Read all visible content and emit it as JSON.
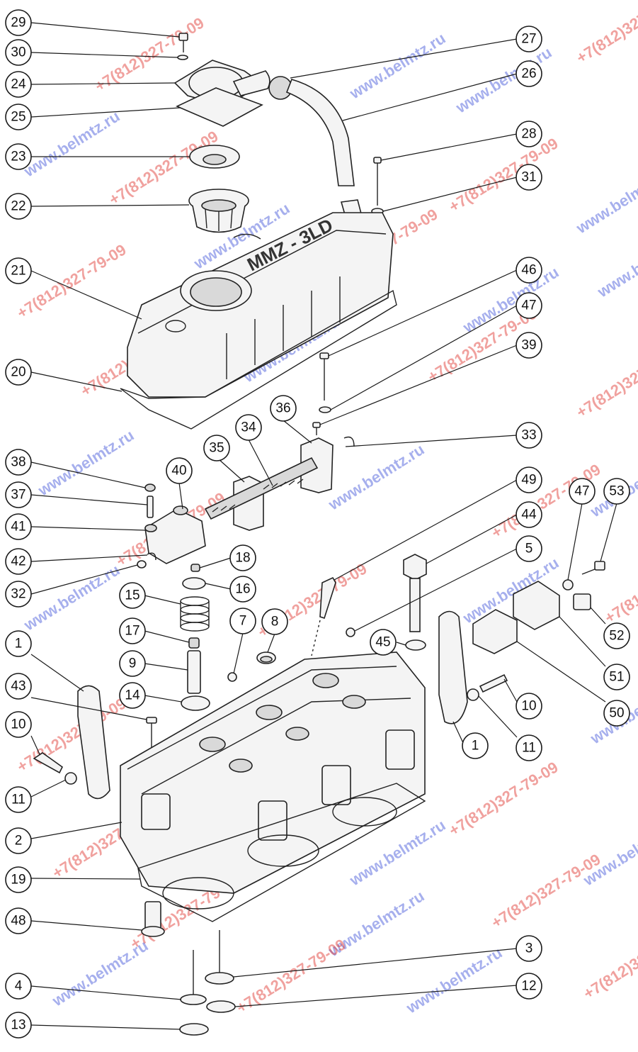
{
  "diagram": {
    "callouts": [
      {
        "id": "29",
        "label": "29"
      },
      {
        "id": "30",
        "label": "30"
      },
      {
        "id": "24",
        "label": "24"
      },
      {
        "id": "25",
        "label": "25"
      },
      {
        "id": "23",
        "label": "23"
      },
      {
        "id": "22",
        "label": "22"
      },
      {
        "id": "21",
        "label": "21"
      },
      {
        "id": "20",
        "label": "20"
      },
      {
        "id": "27",
        "label": "27"
      },
      {
        "id": "26",
        "label": "26"
      },
      {
        "id": "28",
        "label": "28"
      },
      {
        "id": "31",
        "label": "31"
      },
      {
        "id": "46",
        "label": "46"
      },
      {
        "id": "47a",
        "label": "47"
      },
      {
        "id": "39",
        "label": "39"
      },
      {
        "id": "36",
        "label": "36"
      },
      {
        "id": "34",
        "label": "34"
      },
      {
        "id": "35",
        "label": "35"
      },
      {
        "id": "33",
        "label": "33"
      },
      {
        "id": "38",
        "label": "38"
      },
      {
        "id": "40",
        "label": "40"
      },
      {
        "id": "37",
        "label": "37"
      },
      {
        "id": "41",
        "label": "41"
      },
      {
        "id": "42",
        "label": "42"
      },
      {
        "id": "32",
        "label": "32"
      },
      {
        "id": "18",
        "label": "18"
      },
      {
        "id": "16",
        "label": "16"
      },
      {
        "id": "15",
        "label": "15"
      },
      {
        "id": "17",
        "label": "17"
      },
      {
        "id": "9",
        "label": "9"
      },
      {
        "id": "14",
        "label": "14"
      },
      {
        "id": "7",
        "label": "7"
      },
      {
        "id": "8",
        "label": "8"
      },
      {
        "id": "49",
        "label": "49"
      },
      {
        "id": "44",
        "label": "44"
      },
      {
        "id": "5",
        "label": "5"
      },
      {
        "id": "45",
        "label": "45"
      },
      {
        "id": "47b",
        "label": "47"
      },
      {
        "id": "53",
        "label": "53"
      },
      {
        "id": "52",
        "label": "52"
      },
      {
        "id": "51",
        "label": "51"
      },
      {
        "id": "50",
        "label": "50"
      },
      {
        "id": "10a",
        "label": "10"
      },
      {
        "id": "11a",
        "label": "11"
      },
      {
        "id": "1a",
        "label": "1"
      },
      {
        "id": "1b",
        "label": "1"
      },
      {
        "id": "43",
        "label": "43"
      },
      {
        "id": "10b",
        "label": "10"
      },
      {
        "id": "11b",
        "label": "11"
      },
      {
        "id": "2",
        "label": "2"
      },
      {
        "id": "19",
        "label": "19"
      },
      {
        "id": "48",
        "label": "48"
      },
      {
        "id": "3",
        "label": "3"
      },
      {
        "id": "12",
        "label": "12"
      },
      {
        "id": "4",
        "label": "4"
      },
      {
        "id": "13",
        "label": "13"
      }
    ],
    "cover_marking": "MMZ - 3LD",
    "watermarks": {
      "site": "www.belmtz.ru",
      "phone": "+7(812)327-79-09",
      "site_color": "#3b4fd8",
      "phone_color": "#e0302a"
    }
  }
}
